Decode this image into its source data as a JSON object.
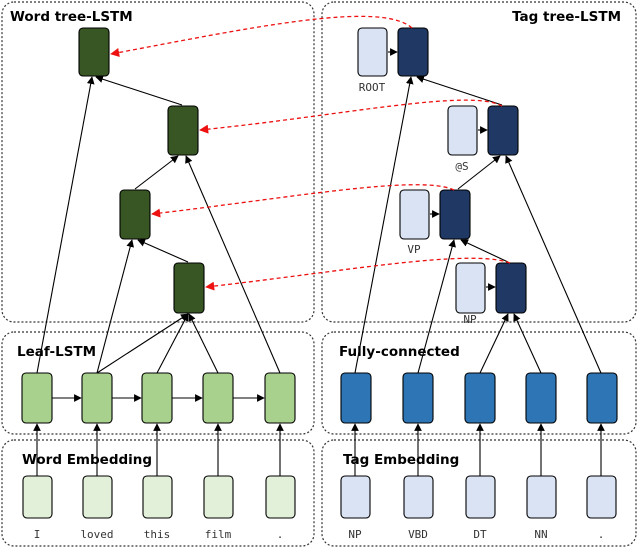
{
  "colors": {
    "word_tree_node": "#375623",
    "leaf_lstm_node": "#a9d18e",
    "word_embedding_node": "#e2efd9",
    "tag_tree_node": "#1f3864",
    "tag_tree_phrase_node": "#dae3f3",
    "fully_connected_node": "#2e75b6",
    "tag_embedding_node": "#dae3f3",
    "link_arrow": "#ee1111"
  },
  "panels": {
    "word_tree_title": "Word tree-LSTM",
    "tag_tree_title": "Tag tree-LSTM",
    "leaf_lstm_title": "Leaf-LSTM",
    "fully_connected_title": "Fully-connected",
    "word_embedding_title": "Word Embedding",
    "tag_embedding_title": "Tag Embedding"
  },
  "words": [
    "I",
    "loved",
    "this",
    "film",
    "."
  ],
  "tags": [
    "NP",
    "VBD",
    "DT",
    "NN",
    "."
  ],
  "tag_tree_labels": [
    "ROOT",
    "@S",
    "VP",
    "NP"
  ]
}
